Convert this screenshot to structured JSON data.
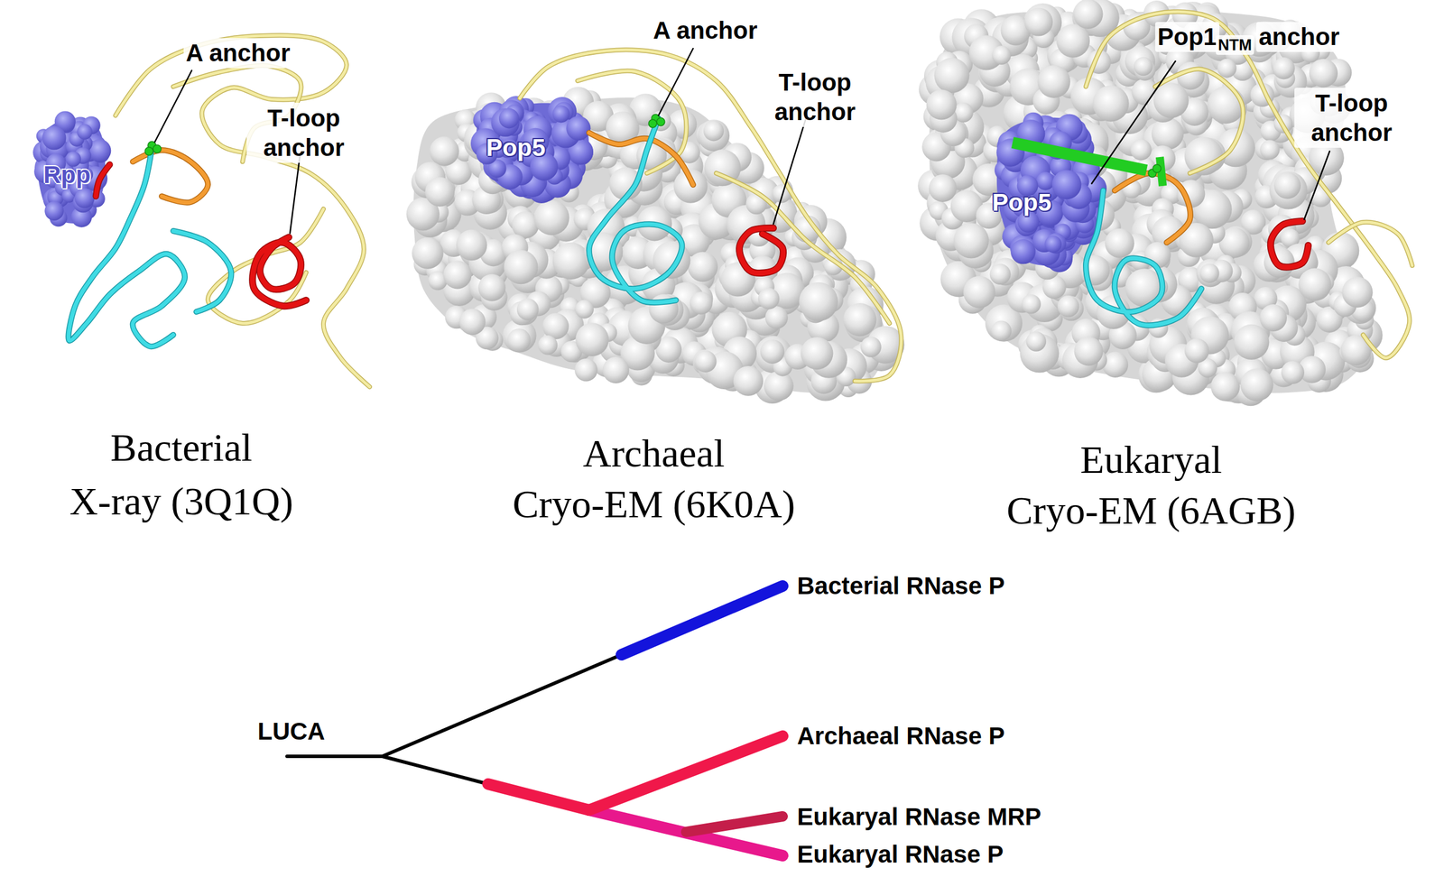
{
  "diagram": {
    "labels": [
      "A anchor",
      "T-loop anchor",
      "Rpp",
      "Bacterial",
      "X-ray (3Q1Q)",
      "A anchor",
      "T-loop anchor",
      "Pop5",
      "Archaeal",
      "Cryo-EM (6K0A)",
      "Pop1",
      "NTM",
      "anchor",
      "T-loop anchor",
      "Pop5",
      "Eukaryal",
      "Cryo-EM (6AGB)",
      "LUCA",
      "Bacterial RNase P",
      "Archaeal RNase P",
      "Eukaryal RNase MRP",
      "Eukaryal RNase P"
    ]
  }
}
